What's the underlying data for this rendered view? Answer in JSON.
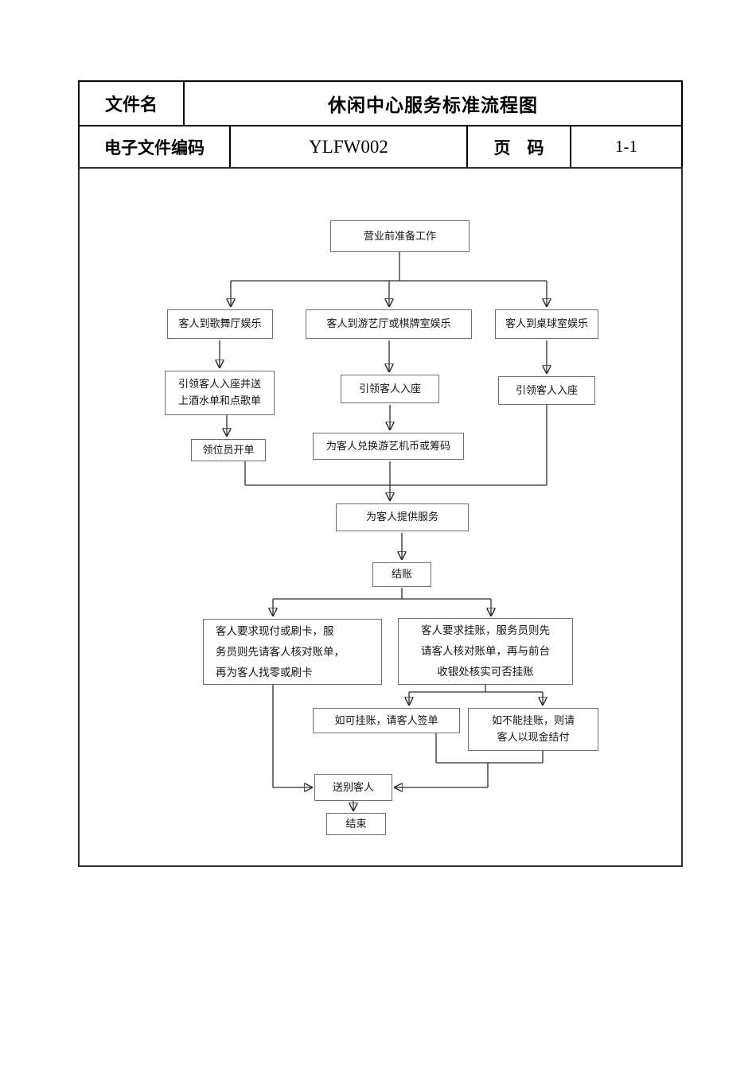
{
  "header": {
    "file_label": "文件名",
    "title": "休闲中心服务标准流程图",
    "code_label": "电子文件编码",
    "code_value": "YLFW002",
    "page_label": "页　码",
    "page_value": "1-1"
  },
  "flowchart": {
    "nodes": {
      "prep": {
        "label": "营业前准备工作"
      },
      "b1": {
        "label": "客人到歌舞厅娱乐"
      },
      "b2": {
        "label": "客人到游艺厅或棋牌室娱乐"
      },
      "b3": {
        "label": "客人到桌球室娱乐"
      },
      "s1": {
        "label": "引领客人入座并送\n上酒水单和点歌单"
      },
      "s2": {
        "label": "引领客人入座"
      },
      "s3": {
        "label": "引领客人入座"
      },
      "o1": {
        "label": "领位员开单"
      },
      "o2": {
        "label": "为客人兑换游艺机币或筹码"
      },
      "serve": {
        "label": "为客人提供服务"
      },
      "bill": {
        "label": "结账"
      },
      "pay1": {
        "label": "客人要求现付或刷卡，服\n务员则先请客人核对账单，\n再为客人找零或刷卡"
      },
      "pay2": {
        "label": "客人要求挂账，服务员则先\n请客人核对账单，再与前台\n收银处核实可否挂账"
      },
      "sign": {
        "label": "如可挂账，请客人签单"
      },
      "cash": {
        "label": "如不能挂账，则请\n客人以现金结付"
      },
      "farewell": {
        "label": "送别客人"
      },
      "end": {
        "label": "结束"
      }
    }
  }
}
